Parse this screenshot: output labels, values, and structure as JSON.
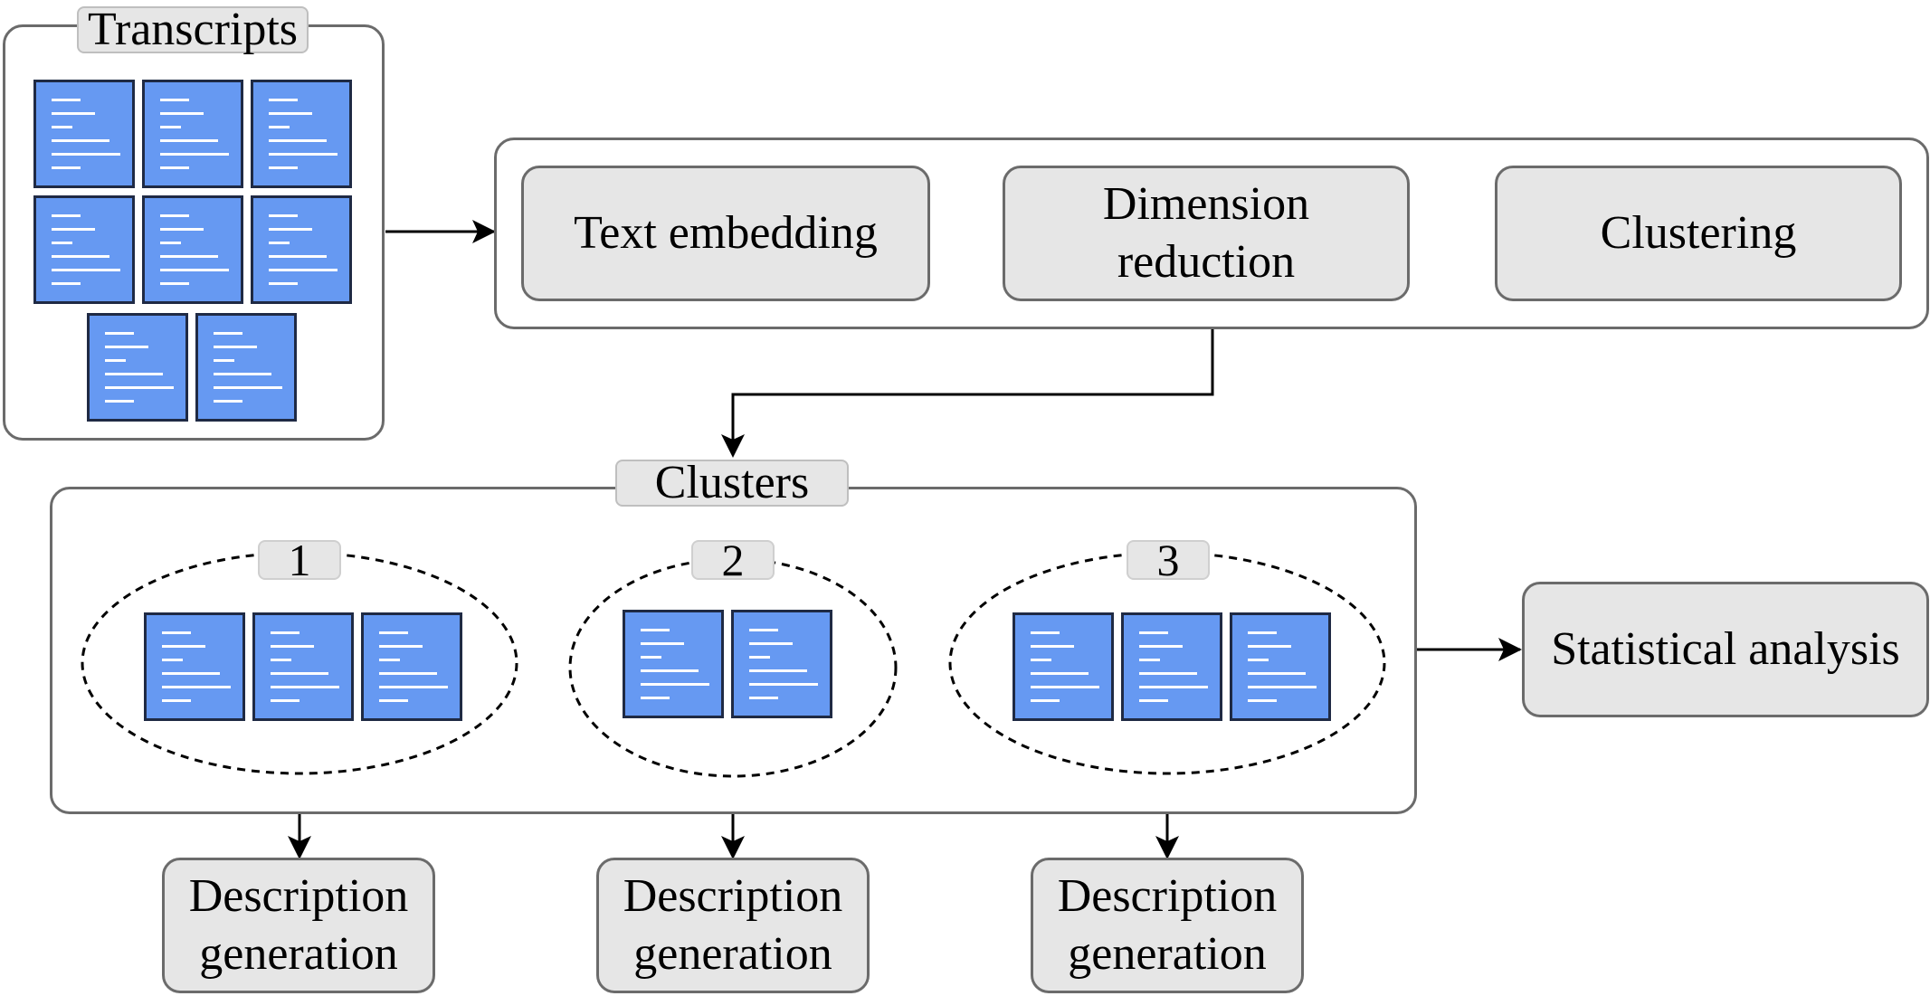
{
  "transcripts": {
    "label": "Transcripts",
    "doc_count": 8
  },
  "pipeline": {
    "steps": [
      {
        "label": "Text embedding"
      },
      {
        "label": "Dimension reduction"
      },
      {
        "label": "Clustering"
      }
    ]
  },
  "clusters": {
    "label": "Clusters",
    "groups": [
      {
        "number": "1",
        "doc_count": 3
      },
      {
        "number": "2",
        "doc_count": 2
      },
      {
        "number": "3",
        "doc_count": 3
      }
    ]
  },
  "outputs": {
    "description_generation": [
      "Description generation",
      "Description generation",
      "Description generation"
    ],
    "statistical_analysis": "Statistical analysis"
  },
  "colors": {
    "document": "#6699f2",
    "document_border": "#1f2a44",
    "box_fill": "#e6e6e6",
    "box_border": "#6b6b6b"
  }
}
